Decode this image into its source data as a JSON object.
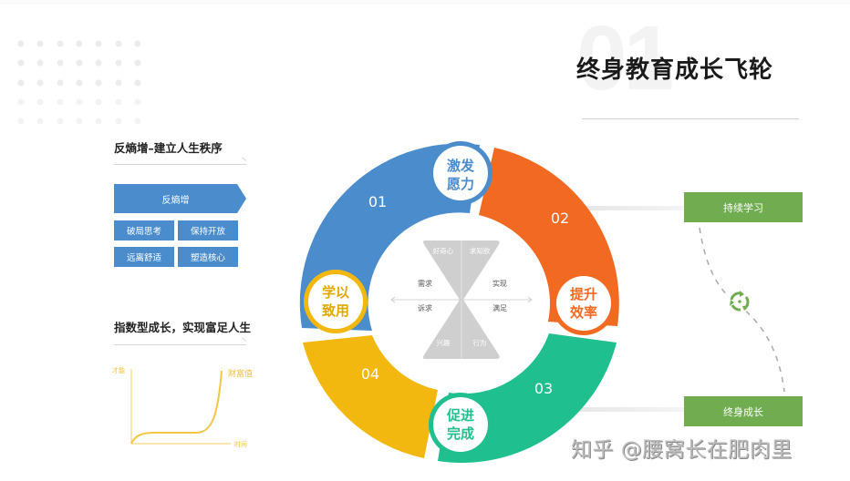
{
  "header": {
    "background_number": "01",
    "title": "终身教育成长飞轮"
  },
  "left_panel": {
    "section1": {
      "title": "反熵增–建立人生秩序",
      "banner": "反熵增",
      "boxes": [
        "破局思考",
        "保持开放",
        "远离舒适",
        "塑造核心"
      ],
      "color": "#4a8ccc"
    },
    "section2": {
      "title": "指数型成长，实现富足人生"
    }
  },
  "chart_data": {
    "type": "line",
    "title": "指数型成长，实现富足人生",
    "xlabel": "时间",
    "ylabel": "才能",
    "series": [
      {
        "name": "财富值",
        "x": [
          0,
          1,
          2,
          3,
          4,
          5,
          6,
          7,
          8,
          9,
          10
        ],
        "values": [
          0,
          2,
          2.5,
          2.5,
          2.4,
          2.4,
          2.5,
          3,
          5,
          12,
          30
        ]
      }
    ],
    "grid": false,
    "legend": "inline-top-right",
    "color": "#f3c744"
  },
  "wheel": {
    "segments": [
      {
        "number": "01",
        "label_line1": "激发",
        "label_line2": "愿力",
        "color": "#4a8ccc"
      },
      {
        "number": "02",
        "label_line1": "提升",
        "label_line2": "效率",
        "color": "#f26a21"
      },
      {
        "number": "03",
        "label_line1": "促进",
        "label_line2": "完成",
        "color": "#1fbf8f"
      },
      {
        "number": "04",
        "label_line1": "学以",
        "label_line2": "致用",
        "color": "#f2b80f"
      }
    ],
    "center": {
      "top_left": "好奇心",
      "top_right": "求知欲",
      "bottom_left": "兴趣",
      "bottom_right": "行为",
      "left_upper": "需求",
      "left_lower": "诉求",
      "right_upper": "实现",
      "right_lower": "满足"
    }
  },
  "right_panel": {
    "top_box": "持续学习",
    "bottom_box": "终身成长",
    "icon": "recycle-icon",
    "color": "#70ad50"
  },
  "watermark": "知乎 @腰窝长在肥肉里"
}
